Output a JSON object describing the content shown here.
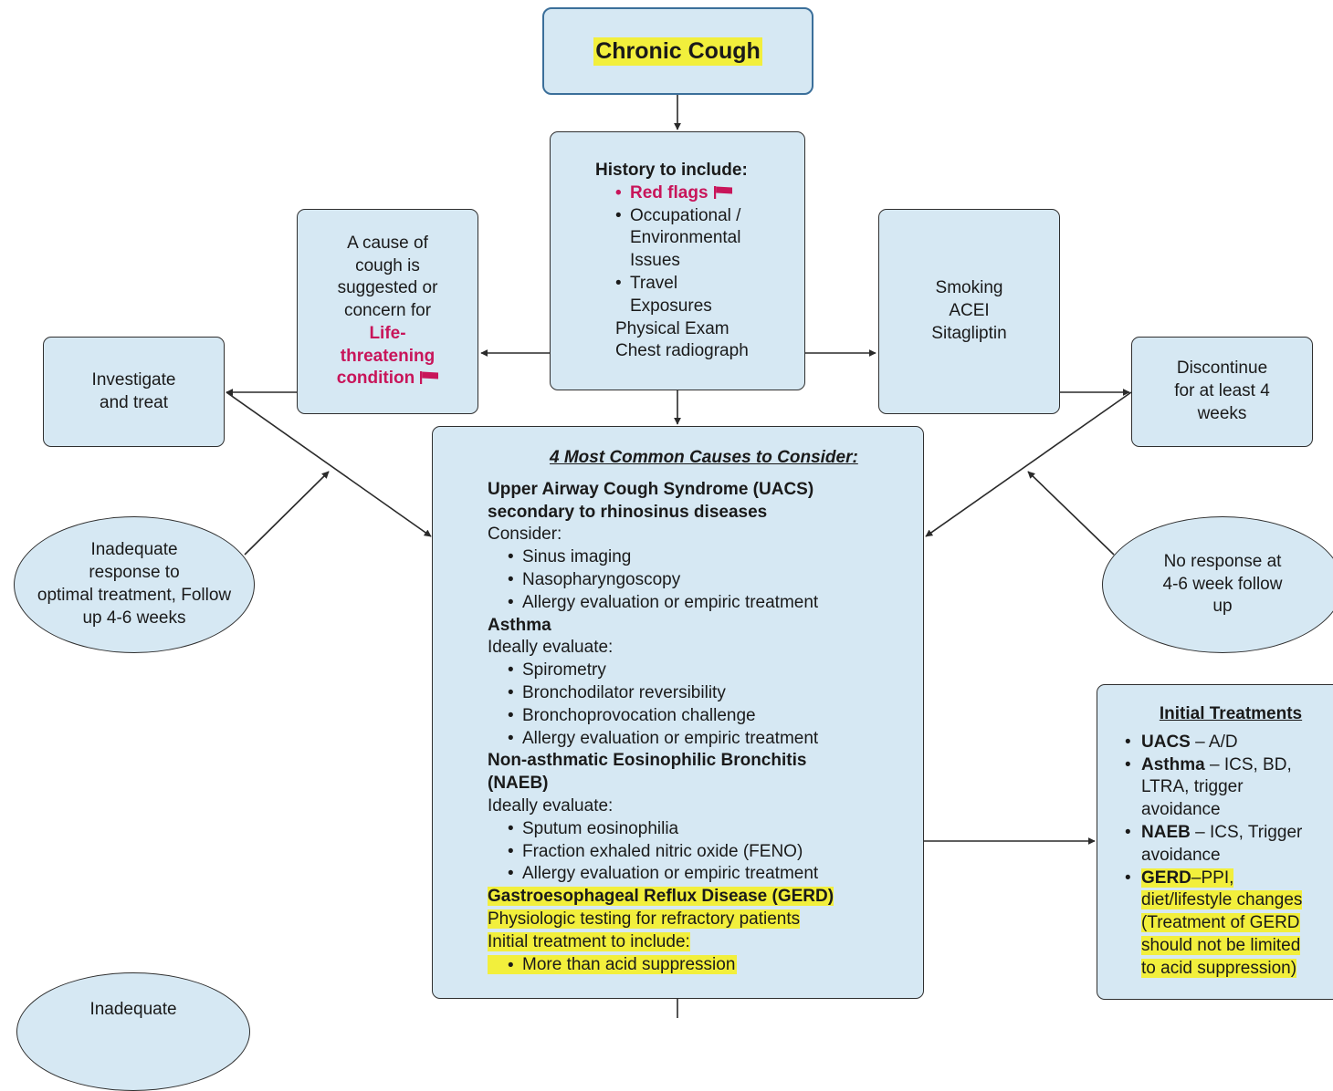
{
  "title": "Chronic Cough",
  "history": {
    "heading": "History to include:",
    "red_flags": "Red flags",
    "items": [
      "Occupational /",
      "Environmental",
      "Issues",
      "Travel",
      "Exposures"
    ],
    "extra": [
      "Physical Exam",
      "Chest radiograph"
    ]
  },
  "cause": {
    "lines": [
      "A cause of",
      "cough is",
      "suggested or",
      "concern for"
    ],
    "red_lines": [
      "Life-",
      "threatening",
      "condition"
    ]
  },
  "investigate": {
    "lines": [
      "Investigate",
      "and treat"
    ]
  },
  "smoking": {
    "lines": [
      "Smoking",
      "ACEI",
      "Sitagliptin"
    ]
  },
  "discontinue": {
    "lines": [
      "Discontinue",
      "for at least 4",
      "weeks"
    ]
  },
  "left_oval": {
    "lines": [
      "Inadequate",
      "response to",
      "optimal treatment, Follow",
      "up 4-6 weeks"
    ]
  },
  "right_oval": {
    "lines": [
      "No response at",
      "4-6 week follow",
      "up"
    ]
  },
  "bottom_oval": {
    "lines": [
      "Inadequate"
    ]
  },
  "causes": {
    "heading": "4 Most Common Causes to Consider:",
    "uacs_title": [
      "Upper Airway Cough Syndrome (UACS)",
      "secondary to rhinosinus diseases"
    ],
    "uacs_intro": "Consider:",
    "uacs_items": [
      "Sinus imaging",
      "Nasopharyngoscopy",
      "Allergy evaluation or empiric treatment"
    ],
    "asthma_title": "Asthma",
    "asthma_intro": "Ideally evaluate:",
    "asthma_items": [
      "Spirometry",
      "Bronchodilator reversibility",
      "Bronchoprovocation challenge",
      "Allergy evaluation or empiric treatment"
    ],
    "naeb_title": [
      "Non-asthmatic Eosinophilic Bronchitis",
      "(NAEB)"
    ],
    "naeb_intro": "Ideally evaluate:",
    "naeb_items": [
      "Sputum eosinophilia",
      "Fraction exhaled nitric oxide (FENO)",
      "Allergy evaluation or empiric treatment"
    ],
    "gerd_title": "Gastroesophageal Reflux Disease (GERD)",
    "gerd_lines": [
      "Physiologic testing for refractory patients",
      "Initial treatment to include:"
    ],
    "gerd_item": "More than acid suppression"
  },
  "treatments": {
    "heading": "Initial Treatments",
    "uacs": {
      "label": "UACS",
      "text": "– A/D"
    },
    "asthma": {
      "label": "Asthma",
      "lines": [
        "– ICS, BD,",
        "LTRA, trigger",
        "avoidance"
      ]
    },
    "naeb": {
      "label": "NAEB",
      "lines": [
        "– ICS, Trigger",
        "avoidance"
      ]
    },
    "gerd": {
      "label": "GERD",
      "lines": [
        "–PPI,",
        "diet/lifestyle changes",
        "(Treatment of GERD",
        "should not be limited",
        "to acid suppression)"
      ]
    }
  },
  "colors": {
    "box_fill": "#d6e8f3",
    "title_border": "#3b6f9a",
    "red_flag": "#c8155a",
    "highlight": "#f2ef3c"
  }
}
